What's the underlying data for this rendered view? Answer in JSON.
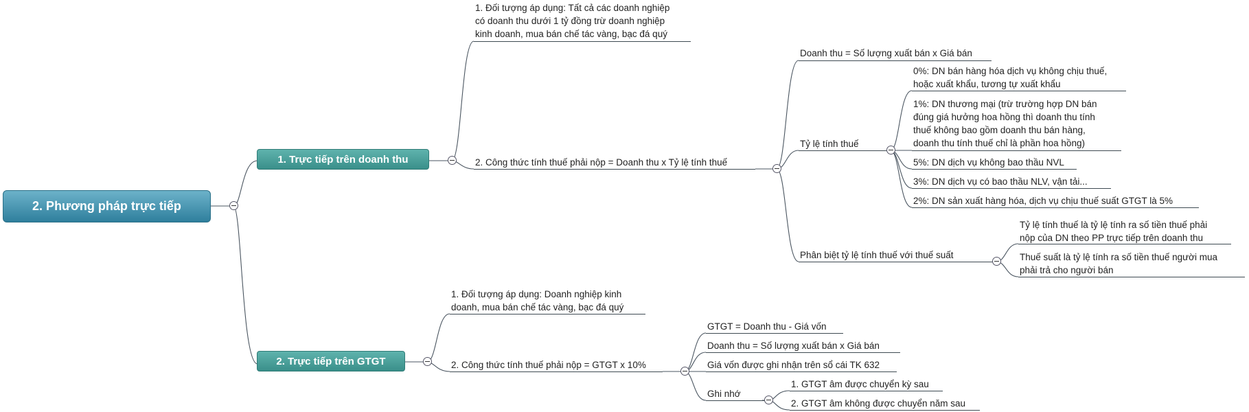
{
  "root": {
    "label": "2. Phương pháp trực tiếp"
  },
  "branch1": {
    "label": "1. Trực tiếp trên doanh thu",
    "object": "1. Đối tượng áp dụng: Tất cả các doanh nghiệp\ncó doanh thu dưới 1 tỷ đồng trừ doanh nghiệp\nkinh doanh, mua bán chế tác vàng, bạc đá quý",
    "formula": "2. Công thức tính thuế phải nộp = Doanh thu x Tỷ lệ tính thuế",
    "revenue": "Doanh thu = Số lượng xuất bán x Giá bán",
    "rate_label": "Tỷ lệ tính thuế",
    "rates": [
      "0%: DN bán hàng hóa dịch vụ không chịu thuế,\nhoặc xuất khẩu, tương tự xuất khẩu",
      "1%: DN thương mại (trừ trường hợp DN bán\nđúng giá hưởng hoa hồng thì doanh thu tính\nthuế không bao gồm doanh thu bán hàng,\ndoanh thu tính thuế chỉ là phần hoa hồng)",
      "5%: DN dịch vụ không bao thầu NVL",
      "3%: DN dịch vụ có bao thầu NLV, vận tải...",
      "2%: DN sản xuất hàng hóa, dịch vụ chịu thuế suất GTGT là 5%"
    ],
    "distinguish_label": "Phân biệt tỷ lệ tính thuế với thuế suất",
    "distinguish": [
      "Tỷ lệ tính thuế là tỷ lệ tính ra số tiền thuế phải\nnộp của DN theo PP trực tiếp trên doanh thu",
      "Thuế suất là tỷ lệ tính ra số tiền thuế người mua\nphải trả cho người bán"
    ]
  },
  "branch2": {
    "label": "2. Trực tiếp trên GTGT",
    "object": "1. Đối tượng áp dụng: Doanh nghiệp kinh\ndoanh, mua bán chế tác vàng, bạc đá quý",
    "formula": "2. Công thức tính thuế phải nộp = GTGT x 10%",
    "items": [
      "GTGT = Doanh thu - Giá vốn",
      "Doanh thu = Số lượng xuất bán x Giá bán",
      "Giá vốn được ghi nhận trên sổ cái TK 632"
    ],
    "note_label": "Ghi nhớ",
    "notes": [
      "1. GTGT âm được chuyển kỳ sau",
      "2. GTGT âm không được chuyển năm sau"
    ]
  }
}
